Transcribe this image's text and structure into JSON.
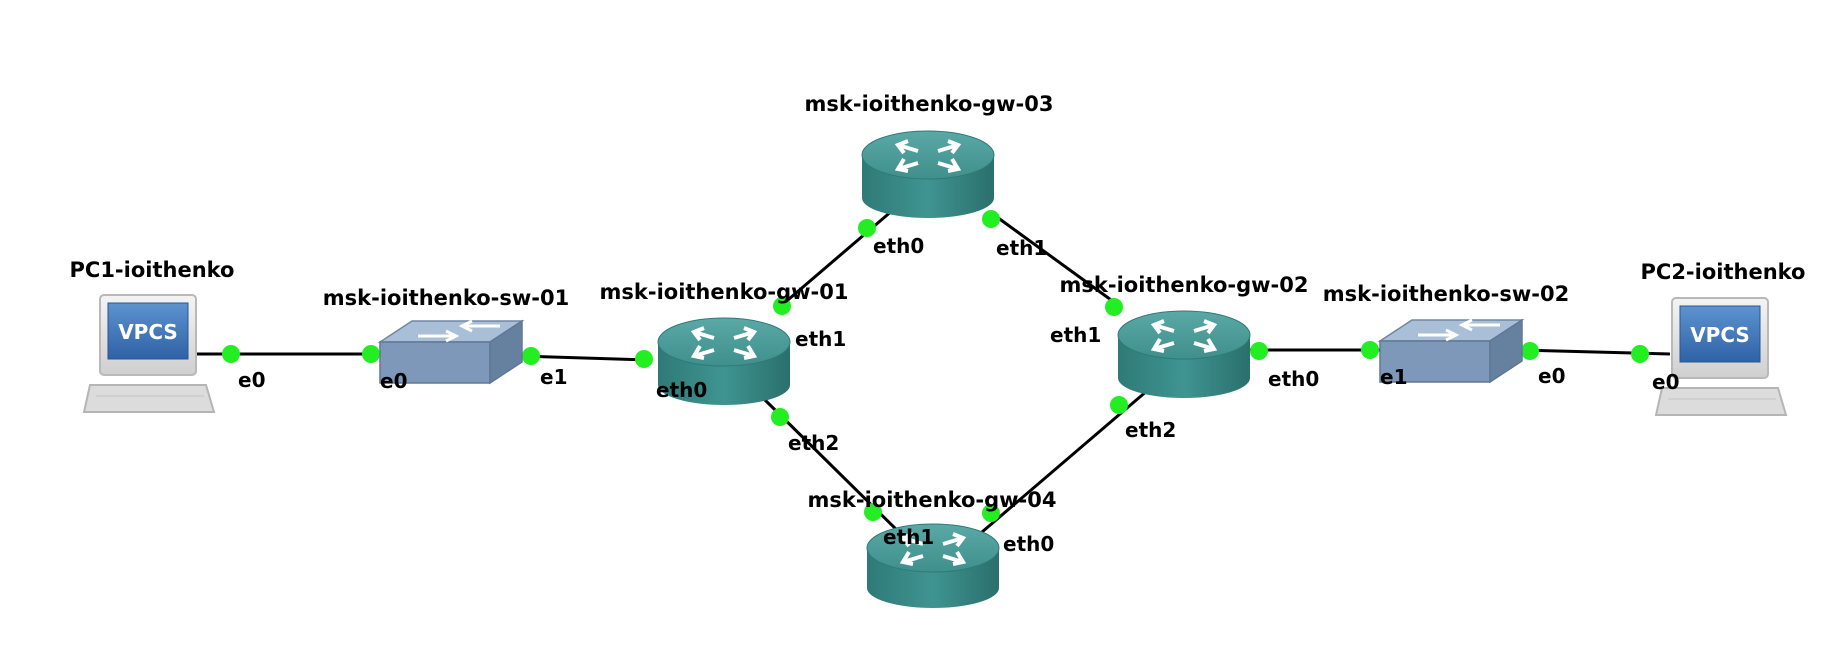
{
  "nodes": {
    "pc1": {
      "label": "PC1-ioithenko",
      "screen_text": "VPCS"
    },
    "pc2": {
      "label": "PC2-ioithenko",
      "screen_text": "VPCS"
    },
    "sw01": {
      "label": "msk-ioithenko-sw-01"
    },
    "sw02": {
      "label": "msk-ioithenko-sw-02"
    },
    "gw01": {
      "label": "msk-ioithenko-gw-01"
    },
    "gw02": {
      "label": "msk-ioithenko-gw-02"
    },
    "gw03": {
      "label": "msk-ioithenko-gw-03"
    },
    "gw04": {
      "label": "msk-ioithenko-gw-04"
    }
  },
  "ports": {
    "pc1_e0": "e0",
    "sw01_e0": "e0",
    "sw01_e1": "e1",
    "gw01_eth0": "eth0",
    "gw01_eth1": "eth1",
    "gw01_eth2": "eth2",
    "gw03_eth0": "eth0",
    "gw03_eth1": "eth1",
    "gw02_eth1": "eth1",
    "gw02_eth0": "eth0",
    "gw02_eth2": "eth2",
    "gw04_eth1": "eth1",
    "gw04_eth0": "eth0",
    "sw02_e1": "e1",
    "sw02_e0": "e0",
    "pc2_e0": "e0"
  },
  "colors": {
    "router_body": "#3f8f8c",
    "router_top": "#4e9e9b",
    "switch_body": "#7c97b5",
    "switch_top": "#9fb6d0",
    "vpcs_screen": "#3c73b7",
    "port_dot": "#22ee22"
  }
}
